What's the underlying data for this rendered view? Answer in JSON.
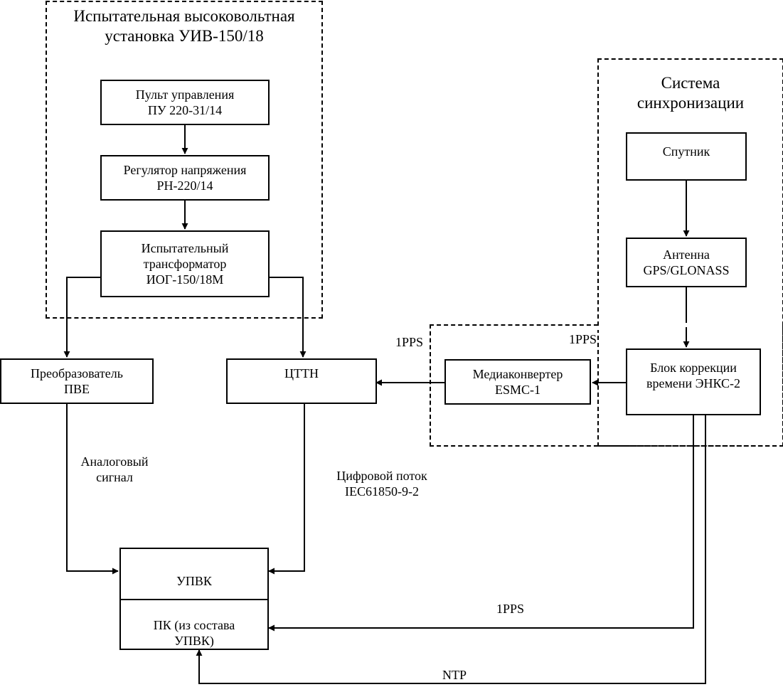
{
  "groups": {
    "test_unit": {
      "title_1": "Испытательная высоковольтная",
      "title_2": "установка УИВ-150/18"
    },
    "sync_system": {
      "title_1": "Система",
      "title_2": "синхронизации"
    }
  },
  "blocks": {
    "control_panel": {
      "line_1": "Пульт управления",
      "line_2": "ПУ 220-31/14"
    },
    "voltage_regulator": {
      "line_1": "Регулятор напряжения",
      "line_2": "РН-220/14"
    },
    "test_transformer": {
      "line_1": "Испытательный",
      "line_2": "трансформатор",
      "line_3": "ИОГ-150/18М"
    },
    "converter": {
      "line_1": "Преобразователь",
      "line_2": "ПВЕ"
    },
    "cttn": {
      "line_1": "ЦТТН"
    },
    "media_converter": {
      "line_1": "Медиаконвертер",
      "line_2": "ESMC-1"
    },
    "satellite": {
      "line_1": "Спутник"
    },
    "antenna": {
      "line_1": "Антенна",
      "line_2": "GPS/GLONASS"
    },
    "time_correction": {
      "line_1": "Блок коррекции",
      "line_2": "времени ЭНКС-2"
    },
    "upvk": {
      "line_1": "УПВК",
      "pc_line_1": "ПК (из состава",
      "pc_line_2": "УПВК)"
    }
  },
  "connection_labels": {
    "pps_left": "1PPS",
    "pps_right": "1PPS",
    "analog_1": "Аналоговый",
    "analog_2": "сигнал",
    "digital_1": "Цифровой поток",
    "digital_2": "IEC61850-9-2",
    "pps_bottom": "1PPS",
    "ntp": "NTP"
  }
}
